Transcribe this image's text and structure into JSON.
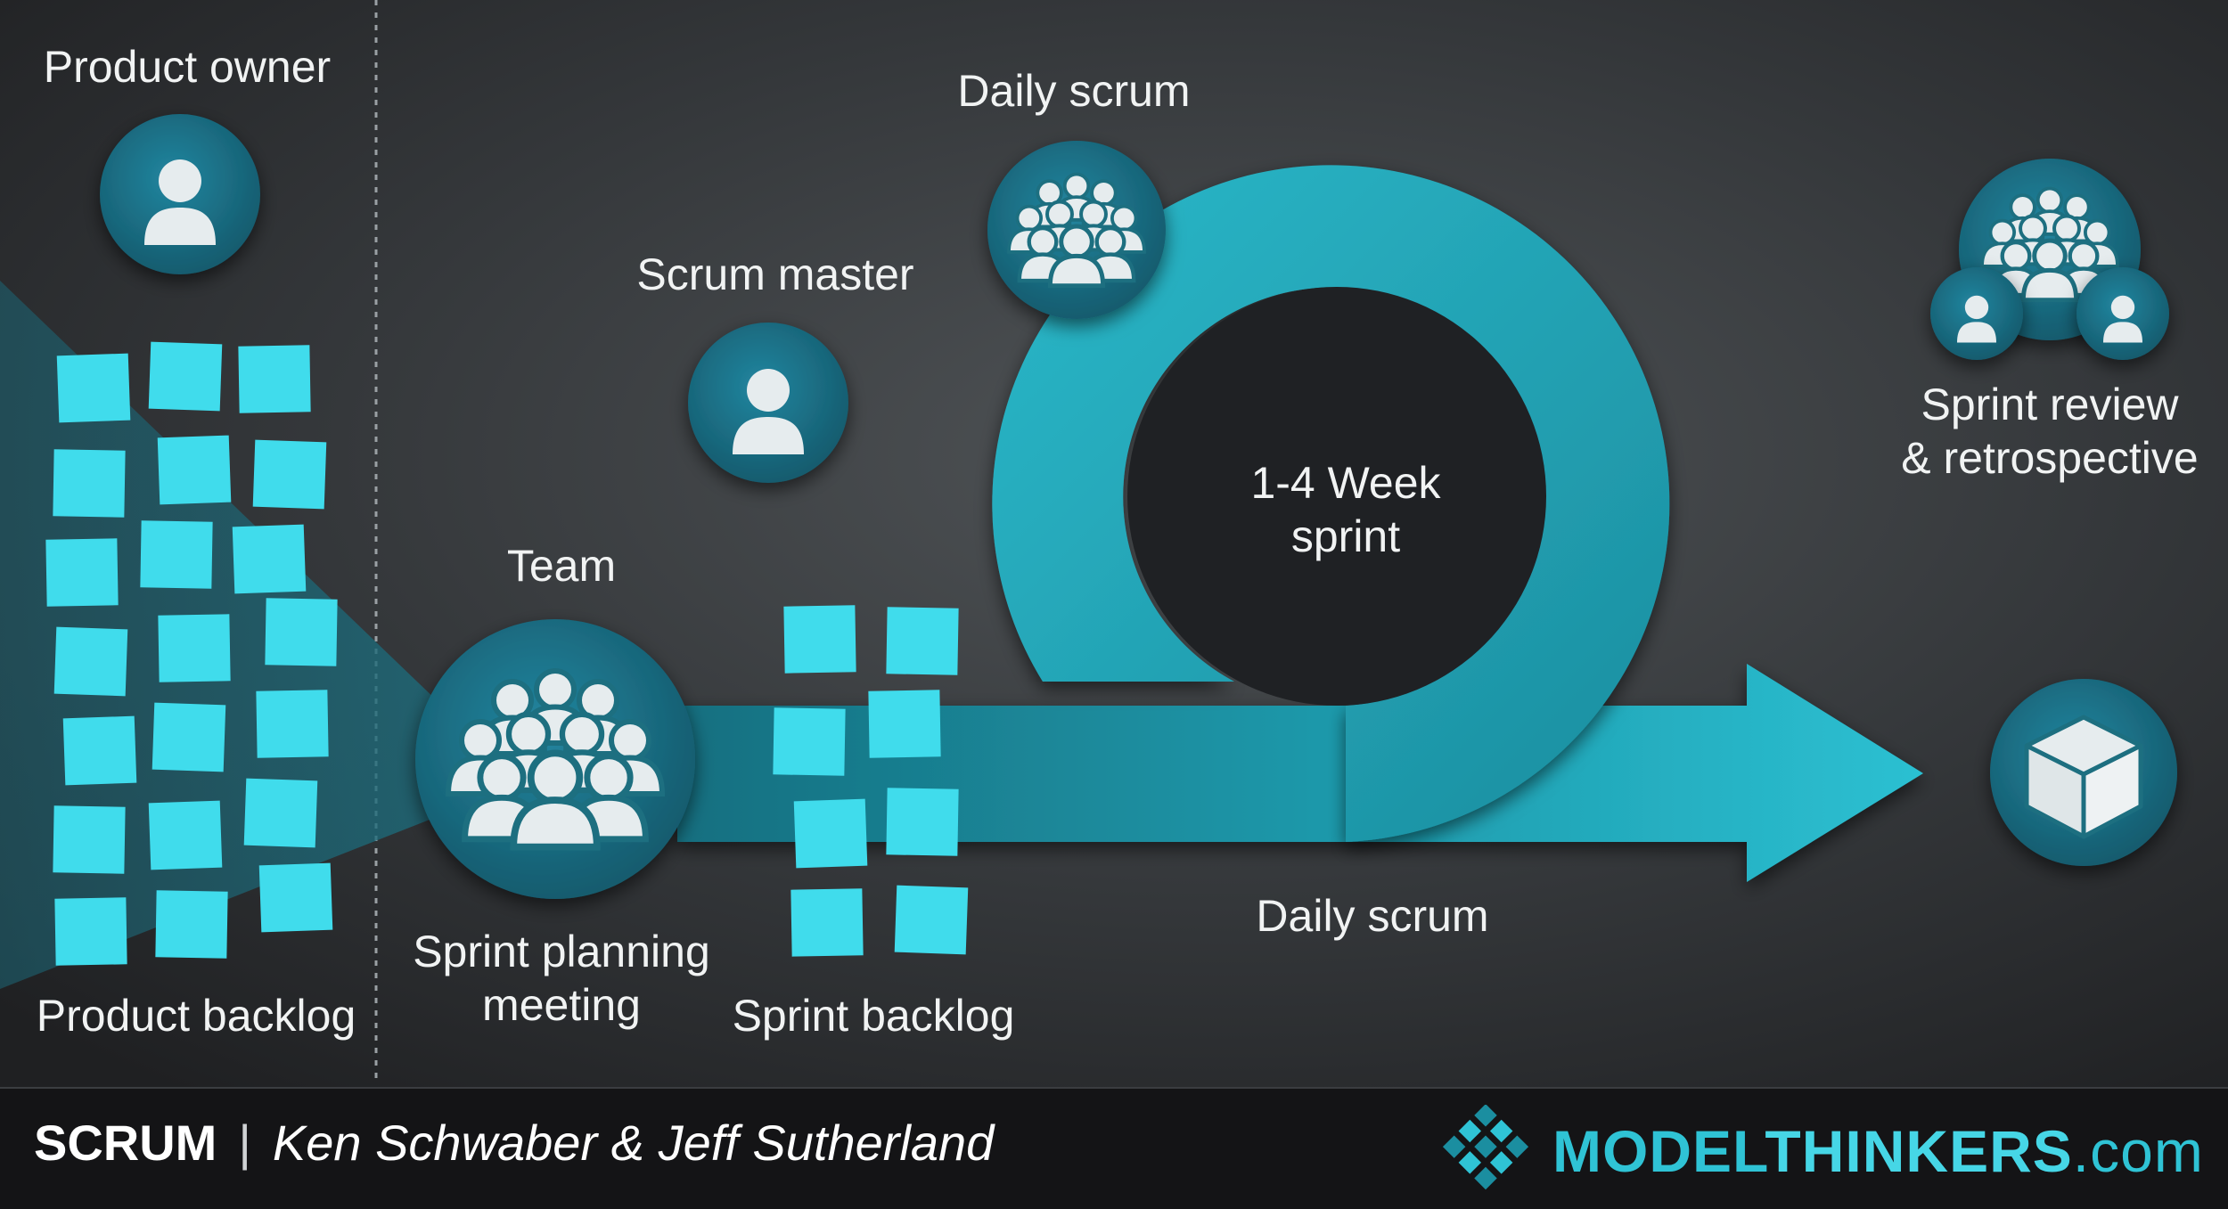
{
  "labels": {
    "product_owner": "Product owner",
    "scrum_master": "Scrum master",
    "daily_scrum_top": "Daily scrum",
    "team": "Team",
    "sprint_center_line1": "1-4 Week",
    "sprint_center_line2": "sprint",
    "sprint_review_line1": "Sprint review",
    "sprint_review_line2": "& retrospective",
    "sprint_planning_line1": "Sprint planning",
    "sprint_planning_line2": "meeting",
    "sprint_backlog": "Sprint backlog",
    "daily_scrum_bottom": "Daily scrum",
    "product_backlog": "Product backlog"
  },
  "footer": {
    "name": "SCRUM",
    "separator": "|",
    "authors": "Ken Schwaber & Jeff Sutherland"
  },
  "brand": {
    "part1": "MODEL",
    "part2": "THINKERS",
    "part3": ".com"
  },
  "icons": {
    "product_owner": "person-icon",
    "scrum_master": "person-icon",
    "daily_scrum": "group-icon",
    "team": "group-icon",
    "sprint_review": "group-with-two-persons-icon",
    "increment": "cube-icon",
    "brand": "diamond-grid-logo-icon"
  },
  "colors": {
    "teal": "#1fa8ba",
    "circle_fill": "#1b6f80",
    "sticky_note": "#40dcec",
    "icon_fill": "#e6ecee",
    "text": "#f1f3f3"
  }
}
